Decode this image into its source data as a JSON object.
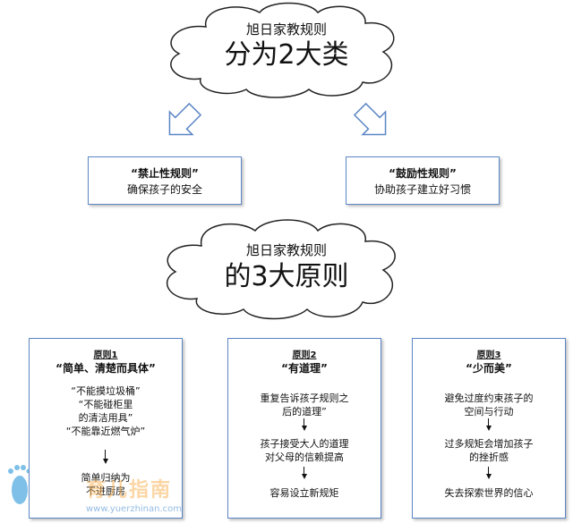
{
  "cloud1": {
    "line1": "旭日家教规则",
    "line2": "分为2大类"
  },
  "cloud2": {
    "line1": "旭日家教规则",
    "line2": "的3大原则"
  },
  "category_left": {
    "title": "“禁止性规则”",
    "desc": "确保孩子的安全"
  },
  "category_right": {
    "title": "“鼓励性规则”",
    "desc": "协助孩子建立好习惯"
  },
  "principles": [
    {
      "tag": "原则1",
      "title": "“简单、清楚而具体”",
      "items": [
        "“不能摸垃圾桶”",
        "“不能碰柜里",
        "的清洁用具”",
        "“不能靠近燃气炉”"
      ],
      "result": [
        "简单归纳为",
        "不进厨房"
      ]
    },
    {
      "tag": "原则2",
      "title": "“有道理”",
      "step1": [
        "重复告诉孩子规则之",
        "后的道理”"
      ],
      "step2": [
        "孩子接受大人的道理",
        "对父母的信赖提高"
      ],
      "step3": "容易设立新规矩"
    },
    {
      "tag": "原则3",
      "title": "“少而美”",
      "step1": [
        "避免过度约束孩子的",
        "空间与行动"
      ],
      "step2": [
        "过多规矩会增加孩子",
        "的挫折感"
      ],
      "step3": "失去探索世界的信心"
    }
  ],
  "watermark": {
    "brand": "育儿指南",
    "url": "www.yuerzhinan.com"
  },
  "colors": {
    "box_border": "#5b86c4",
    "arrow_fill": "#ffffff",
    "arrow_stroke": "#5b86c4"
  }
}
